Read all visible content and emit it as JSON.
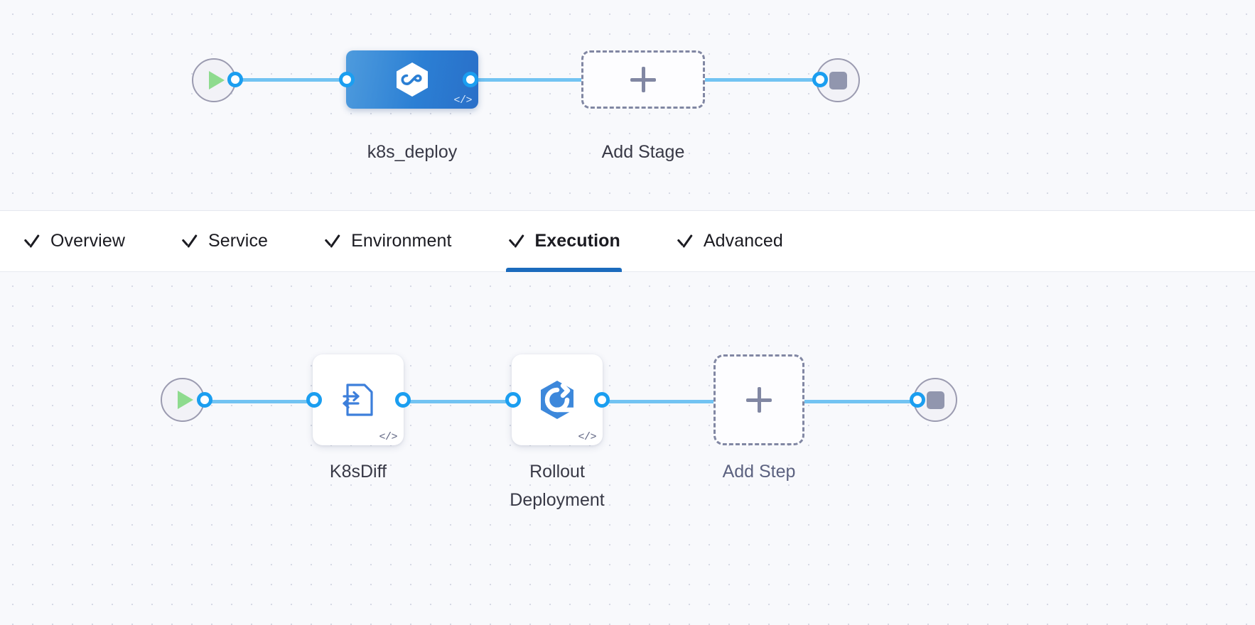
{
  "app": {
    "name": "pipeline-studio-canvas",
    "background": "#f8f9fc",
    "accent": "#1b6bbd",
    "edge_color": "#72c3f2",
    "port_color": "#1b9ef0"
  },
  "stage_canvas": {
    "name": "stage-pipeline-canvas",
    "start_node": {
      "icon": "play-icon",
      "label": ""
    },
    "end_node": {
      "icon": "stop-icon",
      "label": ""
    },
    "nodes": [
      {
        "id": "k8s_deploy",
        "label": "k8s_deploy",
        "type": "deploy-stage",
        "icon": "harness-hexagon-infinity-icon",
        "badge": "</>",
        "selected": true,
        "color": "#2b7fd4"
      }
    ],
    "add_stage": {
      "label": "Add Stage",
      "icon": "plus-icon"
    }
  },
  "tabs": {
    "name": "stage-config-tabs",
    "items": [
      {
        "label": "Overview",
        "icon": "check-icon",
        "active": false,
        "complete": true
      },
      {
        "label": "Service",
        "icon": "check-icon",
        "active": false,
        "complete": true
      },
      {
        "label": "Environment",
        "icon": "check-icon",
        "active": false,
        "complete": true
      },
      {
        "label": "Execution",
        "icon": "check-icon",
        "active": true,
        "complete": true
      },
      {
        "label": "Advanced",
        "icon": "check-icon",
        "active": false,
        "complete": true
      }
    ]
  },
  "step_canvas": {
    "name": "execution-steps-canvas",
    "start_node": {
      "icon": "play-icon"
    },
    "end_node": {
      "icon": "stop-icon"
    },
    "steps": [
      {
        "id": "k8sdiff",
        "label": "K8sDiff",
        "icon": "k8s-diff-document-icon",
        "badge": "</>"
      },
      {
        "id": "rollout_deployment",
        "label": "Rollout\nDeployment",
        "icon": "rollout-deployment-hexagon-icon",
        "badge": "</>"
      }
    ],
    "add_step": {
      "label": "Add Step",
      "icon": "plus-icon"
    }
  }
}
